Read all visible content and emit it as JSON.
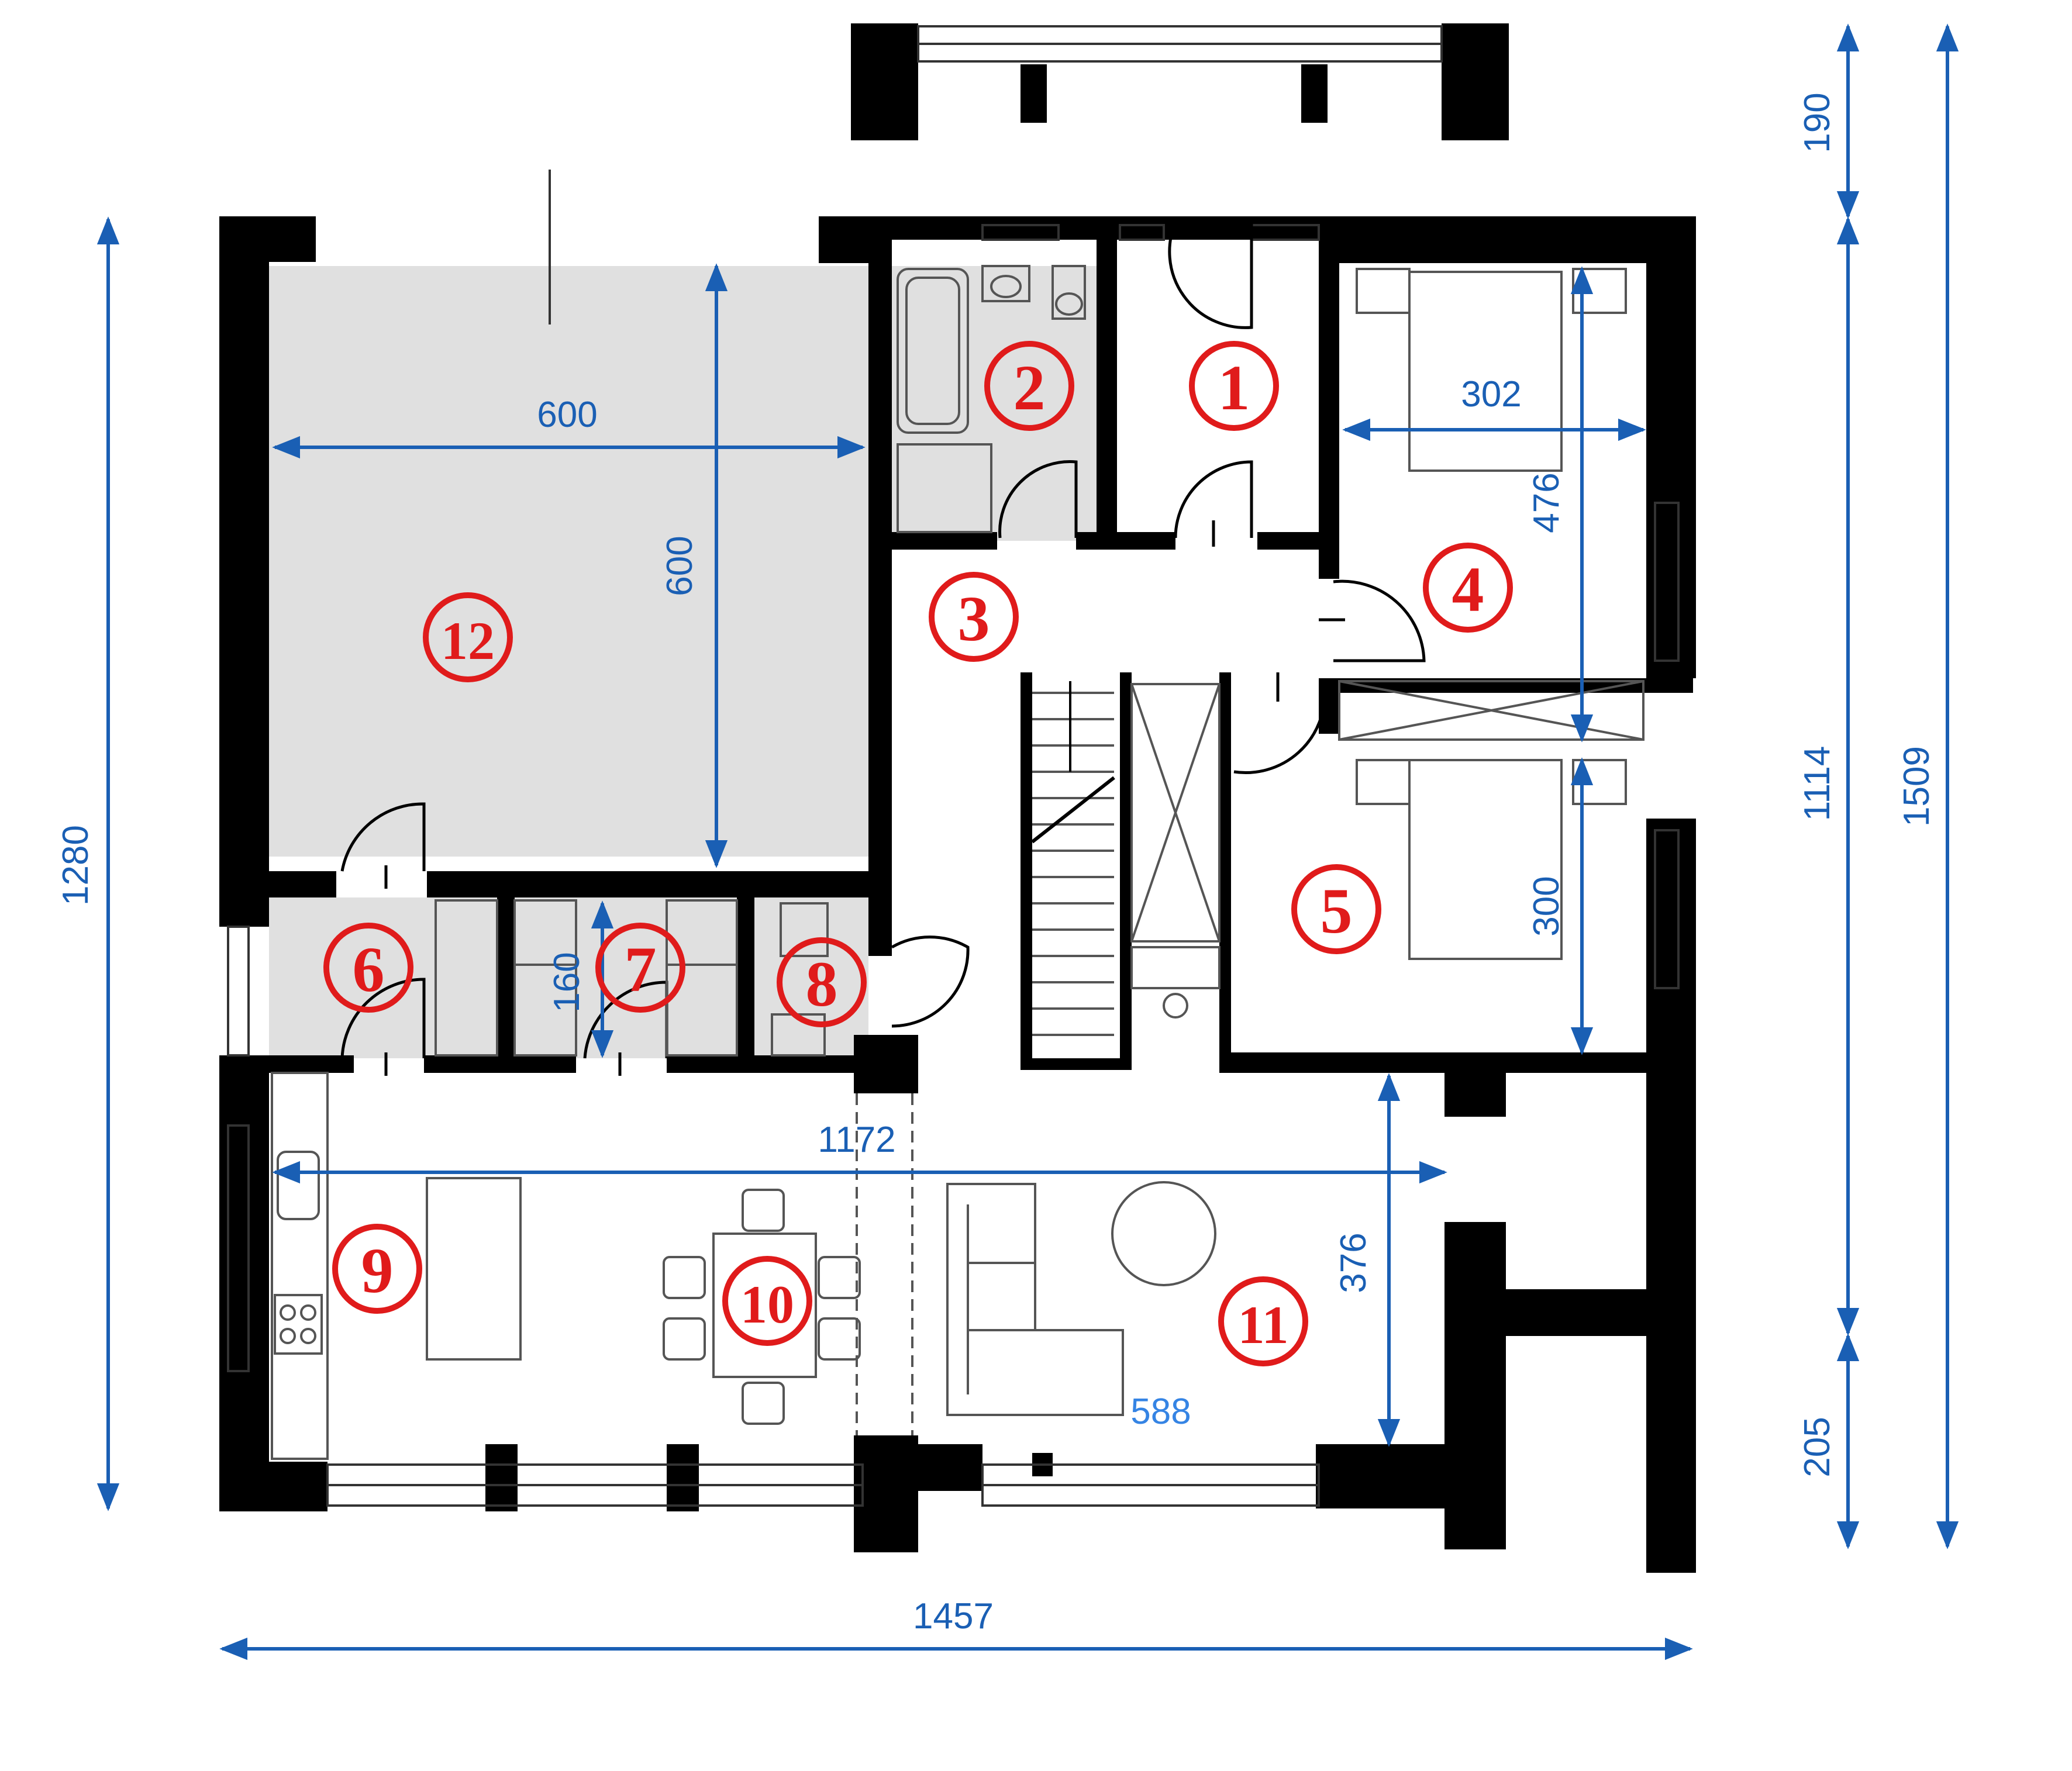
{
  "colors": {
    "wall": "#000000",
    "dimension": "#1a5fb4",
    "room_label": "#e01b1b",
    "garage_fill": "#e0e0e0",
    "fixture": "#555555"
  },
  "rooms": [
    {
      "id": "1",
      "glyph": "①"
    },
    {
      "id": "2",
      "glyph": "②"
    },
    {
      "id": "3",
      "glyph": "③"
    },
    {
      "id": "4",
      "glyph": "④"
    },
    {
      "id": "5",
      "glyph": "⑤"
    },
    {
      "id": "6",
      "glyph": "⑥"
    },
    {
      "id": "7",
      "glyph": "⑦"
    },
    {
      "id": "8",
      "glyph": "⑧"
    },
    {
      "id": "9",
      "glyph": "⑨"
    },
    {
      "id": "10",
      "glyph": "⑩"
    },
    {
      "id": "11",
      "glyph": "⑪"
    },
    {
      "id": "12",
      "glyph": "⑫"
    }
  ],
  "dimensions": {
    "garage_width": "600",
    "garage_depth": "600",
    "bedroom4_width": "302",
    "bedroom4_depth": "476",
    "bedroom5_depth": "300",
    "corridor_width": "160",
    "living_width": "1172",
    "living_depth": "376",
    "sofa_area": "588",
    "total_width": "1457",
    "left_height": "1280",
    "right_top": "190",
    "right_middle": "1114",
    "right_bottom": "205",
    "right_total": "1509"
  }
}
